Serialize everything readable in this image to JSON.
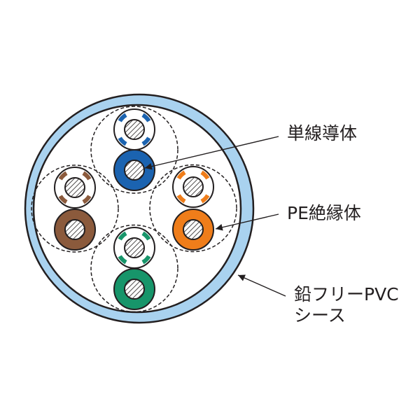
{
  "labels": {
    "conductor": "単線導体",
    "insulation": "PE絶縁体",
    "sheath_line1": "鉛フリーPVC",
    "sheath_line2": "シース"
  },
  "colors": {
    "sheath": "#a9d2ef",
    "outline": "#231f20",
    "pairs": [
      {
        "name": "blue",
        "color": "#1b63b0"
      },
      {
        "name": "brown",
        "color": "#8b5a3c"
      },
      {
        "name": "orange",
        "color": "#ef7d1a"
      },
      {
        "name": "green",
        "color": "#17956a"
      }
    ]
  }
}
